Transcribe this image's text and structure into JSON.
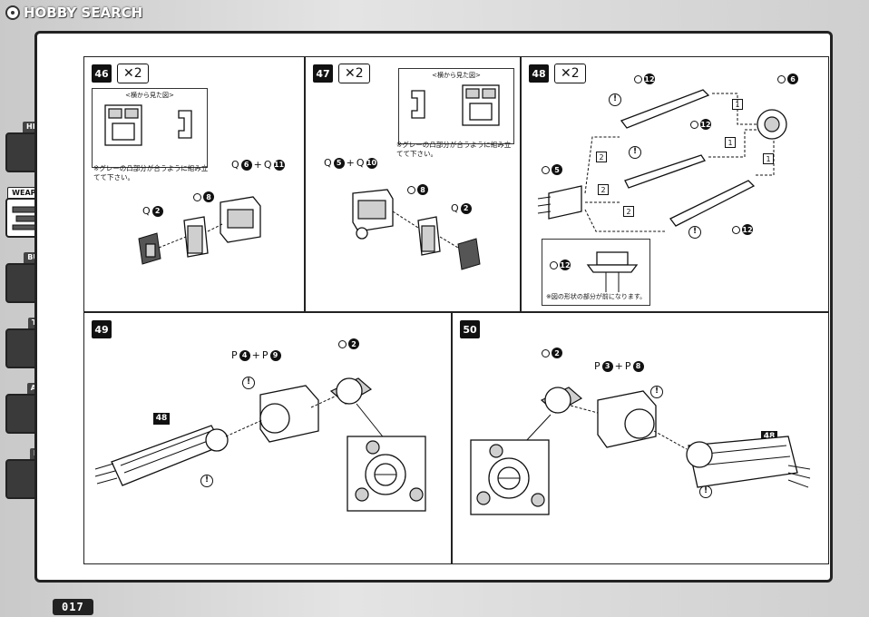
{
  "watermark": "HOBBY SEARCH",
  "page_number": "017",
  "sidenav": [
    {
      "label": "HEAD",
      "active": false,
      "icon": "head-icon"
    },
    {
      "label": "WEAPON",
      "active": true,
      "icon": "weapon-icon"
    },
    {
      "label": "BUST",
      "active": false,
      "icon": "bust-icon"
    },
    {
      "label": "TAIL",
      "active": false,
      "icon": "tail-icon"
    },
    {
      "label": "ARM",
      "active": false,
      "icon": "arm-icon"
    },
    {
      "label": "LEG",
      "active": false,
      "icon": "leg-icon"
    }
  ],
  "steps": {
    "s46": {
      "number": "46",
      "multiplier": "✕2",
      "callout_title": "<横から見た図>",
      "note": "※グレーの凸部分が合うように組み立てて下さい。",
      "labels": {
        "a_prefix": "Q",
        "a_num": "6",
        "plus": "+",
        "b_prefix": "Q",
        "b_num": "11",
        "c_prefix": "O",
        "c_num": "8",
        "d_prefix": "Q",
        "d_num": "2"
      }
    },
    "s47": {
      "number": "47",
      "multiplier": "✕2",
      "callout_title": "<横から見た図>",
      "note": "※グレーの凸部分が合うように組み立てて下さい。",
      "labels": {
        "a_prefix": "Q",
        "a_num": "5",
        "plus": "+",
        "b_prefix": "Q",
        "b_num": "10",
        "c_prefix": "O",
        "c_num": "8",
        "d_prefix": "Q",
        "d_num": "2"
      }
    },
    "s48": {
      "number": "48",
      "multiplier": "✕2",
      "note": "※図の形状の部分が前になります。",
      "labels": {
        "o12": "12",
        "o6": "6",
        "o5": "5",
        "o_prefix": "O"
      },
      "path_numbers": [
        "1",
        "1",
        "1",
        "2",
        "2",
        "2"
      ]
    },
    "s49": {
      "number": "49",
      "ref": "48",
      "labels": {
        "p_prefix": "P",
        "p_a": "4",
        "plus": "+",
        "p_b": "9",
        "o_prefix": "O",
        "o_num": "2"
      }
    },
    "s50": {
      "number": "50",
      "ref": "48",
      "labels": {
        "p_prefix": "P",
        "p_a": "3",
        "plus": "+",
        "p_b": "8",
        "o_prefix": "O",
        "o_num": "2"
      }
    }
  }
}
